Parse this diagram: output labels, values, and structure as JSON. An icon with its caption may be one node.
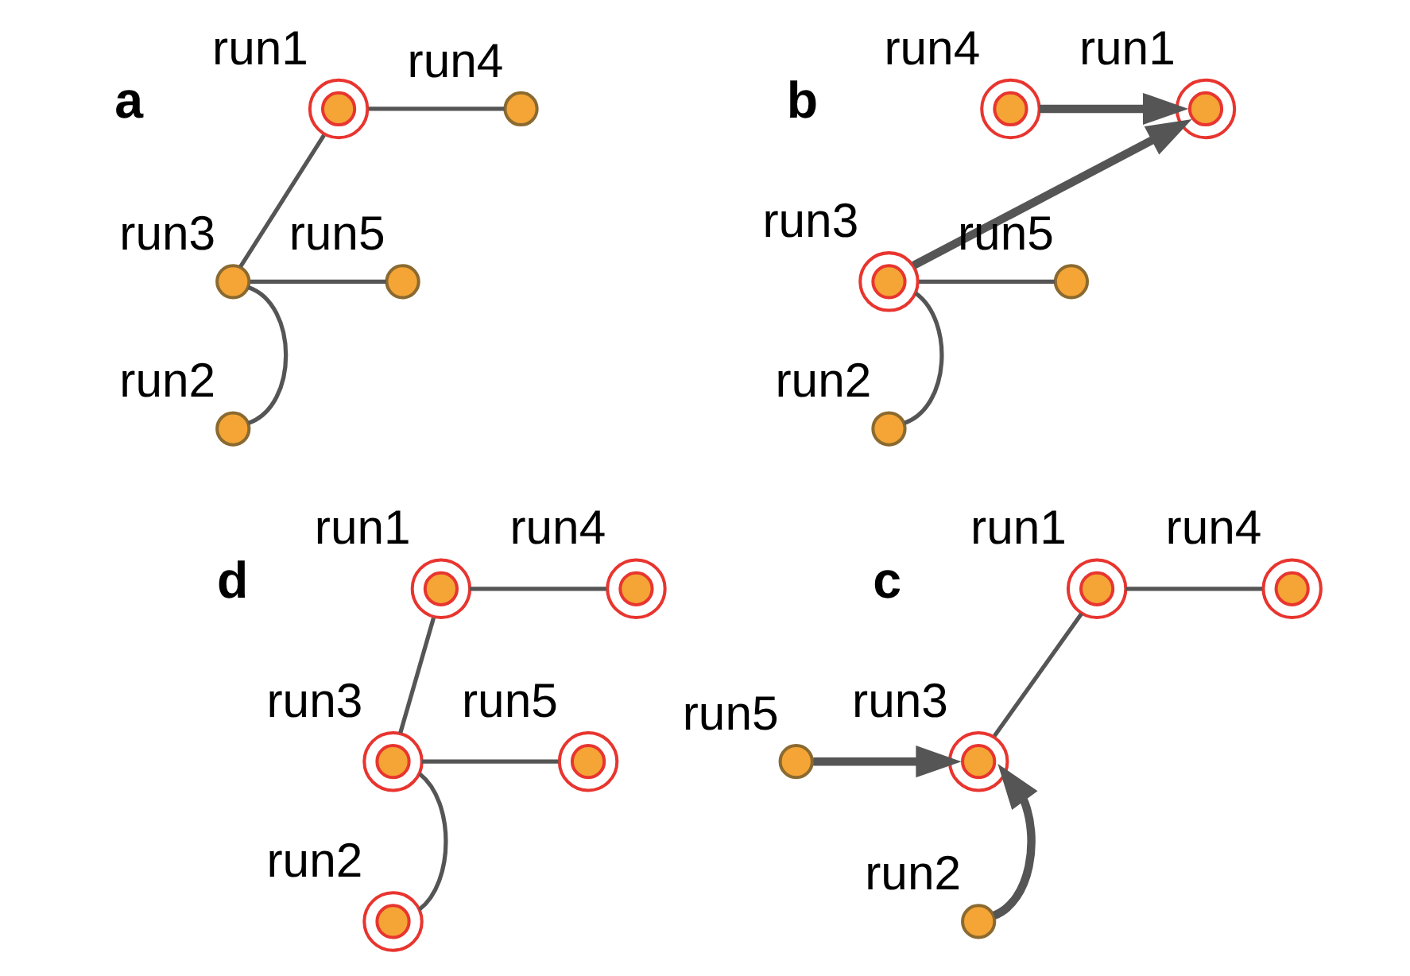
{
  "diagram": {
    "nodes": [
      {
        "text": [],
        "shape": "ring",
        "beside": [
          "run1"
        ]
      },
      {
        "text": [],
        "shape": "circle",
        "beside": [
          "run4"
        ]
      },
      {
        "text": [],
        "shape": "circle",
        "beside": [
          "run3"
        ]
      },
      {
        "text": [],
        "shape": "circle",
        "beside": [
          "run5"
        ]
      },
      {
        "text": [],
        "shape": "circle",
        "beside": [
          "run2"
        ]
      },
      {
        "text": [],
        "shape": "ring",
        "beside": [
          "run1"
        ]
      },
      {
        "text": [],
        "shape": "ring",
        "beside": [
          "run4"
        ]
      },
      {
        "text": [],
        "shape": "ring",
        "beside": [
          "run3"
        ]
      },
      {
        "text": [],
        "shape": "circle",
        "beside": [
          "run5"
        ]
      },
      {
        "text": [],
        "shape": "circle",
        "beside": [
          "run2"
        ]
      },
      {
        "text": [],
        "shape": "ring",
        "beside": [
          "run1"
        ]
      },
      {
        "text": [],
        "shape": "ring",
        "beside": [
          "run4"
        ]
      },
      {
        "text": [],
        "shape": "ring",
        "beside": [
          "run3"
        ]
      },
      {
        "text": [],
        "shape": "ring",
        "beside": [
          "run5"
        ]
      },
      {
        "text": [],
        "shape": "ring",
        "beside": [
          "run2"
        ]
      },
      {
        "text": [],
        "shape": "ring",
        "beside": [
          "run1"
        ]
      },
      {
        "text": [],
        "shape": "ring",
        "beside": [
          "run4"
        ]
      },
      {
        "text": [],
        "shape": "ring",
        "beside": [
          "run3"
        ]
      },
      {
        "text": [],
        "shape": "circle",
        "beside": [
          "run5"
        ]
      },
      {
        "text": [],
        "shape": "circle",
        "beside": [
          "run2"
        ]
      }
    ],
    "edges": [
      {
        "from": 0,
        "to": 1,
        "arrow": "none"
      },
      {
        "from": 0,
        "to": 2,
        "arrow": "none"
      },
      {
        "from": 2,
        "to": 3,
        "arrow": "none"
      },
      {
        "from": 2,
        "to": 4,
        "arrow": "none"
      },
      {
        "from": 6,
        "to": 5,
        "arrow": "to",
        "style": "thick"
      },
      {
        "from": 7,
        "to": 5,
        "arrow": "to",
        "style": "thick"
      },
      {
        "from": 7,
        "to": 8,
        "arrow": "none"
      },
      {
        "from": 7,
        "to": 9,
        "arrow": "none"
      },
      {
        "from": 10,
        "to": 11,
        "arrow": "none"
      },
      {
        "from": 10,
        "to": 12,
        "arrow": "none"
      },
      {
        "from": 12,
        "to": 13,
        "arrow": "none"
      },
      {
        "from": 12,
        "to": 14,
        "arrow": "none"
      },
      {
        "from": 15,
        "to": 16,
        "arrow": "none"
      },
      {
        "from": 15,
        "to": 17,
        "arrow": "none"
      },
      {
        "from": 18,
        "to": 17,
        "arrow": "to",
        "style": "thick"
      },
      {
        "from": 19,
        "to": 17,
        "arrow": "to",
        "style": "thick"
      }
    ],
    "labels": [
      "a",
      "b",
      "d",
      "c"
    ]
  }
}
